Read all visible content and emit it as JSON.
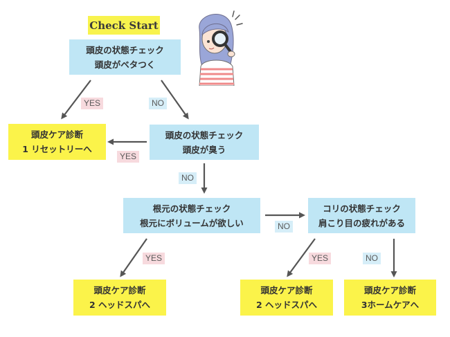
{
  "start_label": "Check Start",
  "yes_label": "YES",
  "no_label": "NO",
  "nodes": {
    "q1": {
      "title": "頭皮の状態チェック",
      "text": "頭皮がベタつく"
    },
    "q2": {
      "title": "頭皮の状態チェック",
      "text": "頭皮が臭う"
    },
    "q3": {
      "title": "根元の状態チェック",
      "text": "根元にボリュームが欲しい"
    },
    "q4": {
      "title": "コリの状態チェック",
      "text": "肩こり目の疲れがある"
    },
    "r1": {
      "title": "頭皮ケア診断",
      "text": "1 リセットリーへ"
    },
    "r2": {
      "title": "頭皮ケア診断",
      "text": "2 ヘッドスパへ"
    },
    "r3": {
      "title": "頭皮ケア診断",
      "text": "2 ヘッドスパへ"
    },
    "r4": {
      "title": "頭皮ケア診断",
      "text": "3ホームケアへ"
    }
  },
  "colors": {
    "check_box": "#bfe6f5",
    "result_box": "#fbf34a",
    "start_badge": "#f8f34d",
    "yes_tag": "#f7dade",
    "no_tag": "#d6eef8",
    "arrow": "#555555"
  },
  "illustration": "woman-with-magnifying-glass"
}
